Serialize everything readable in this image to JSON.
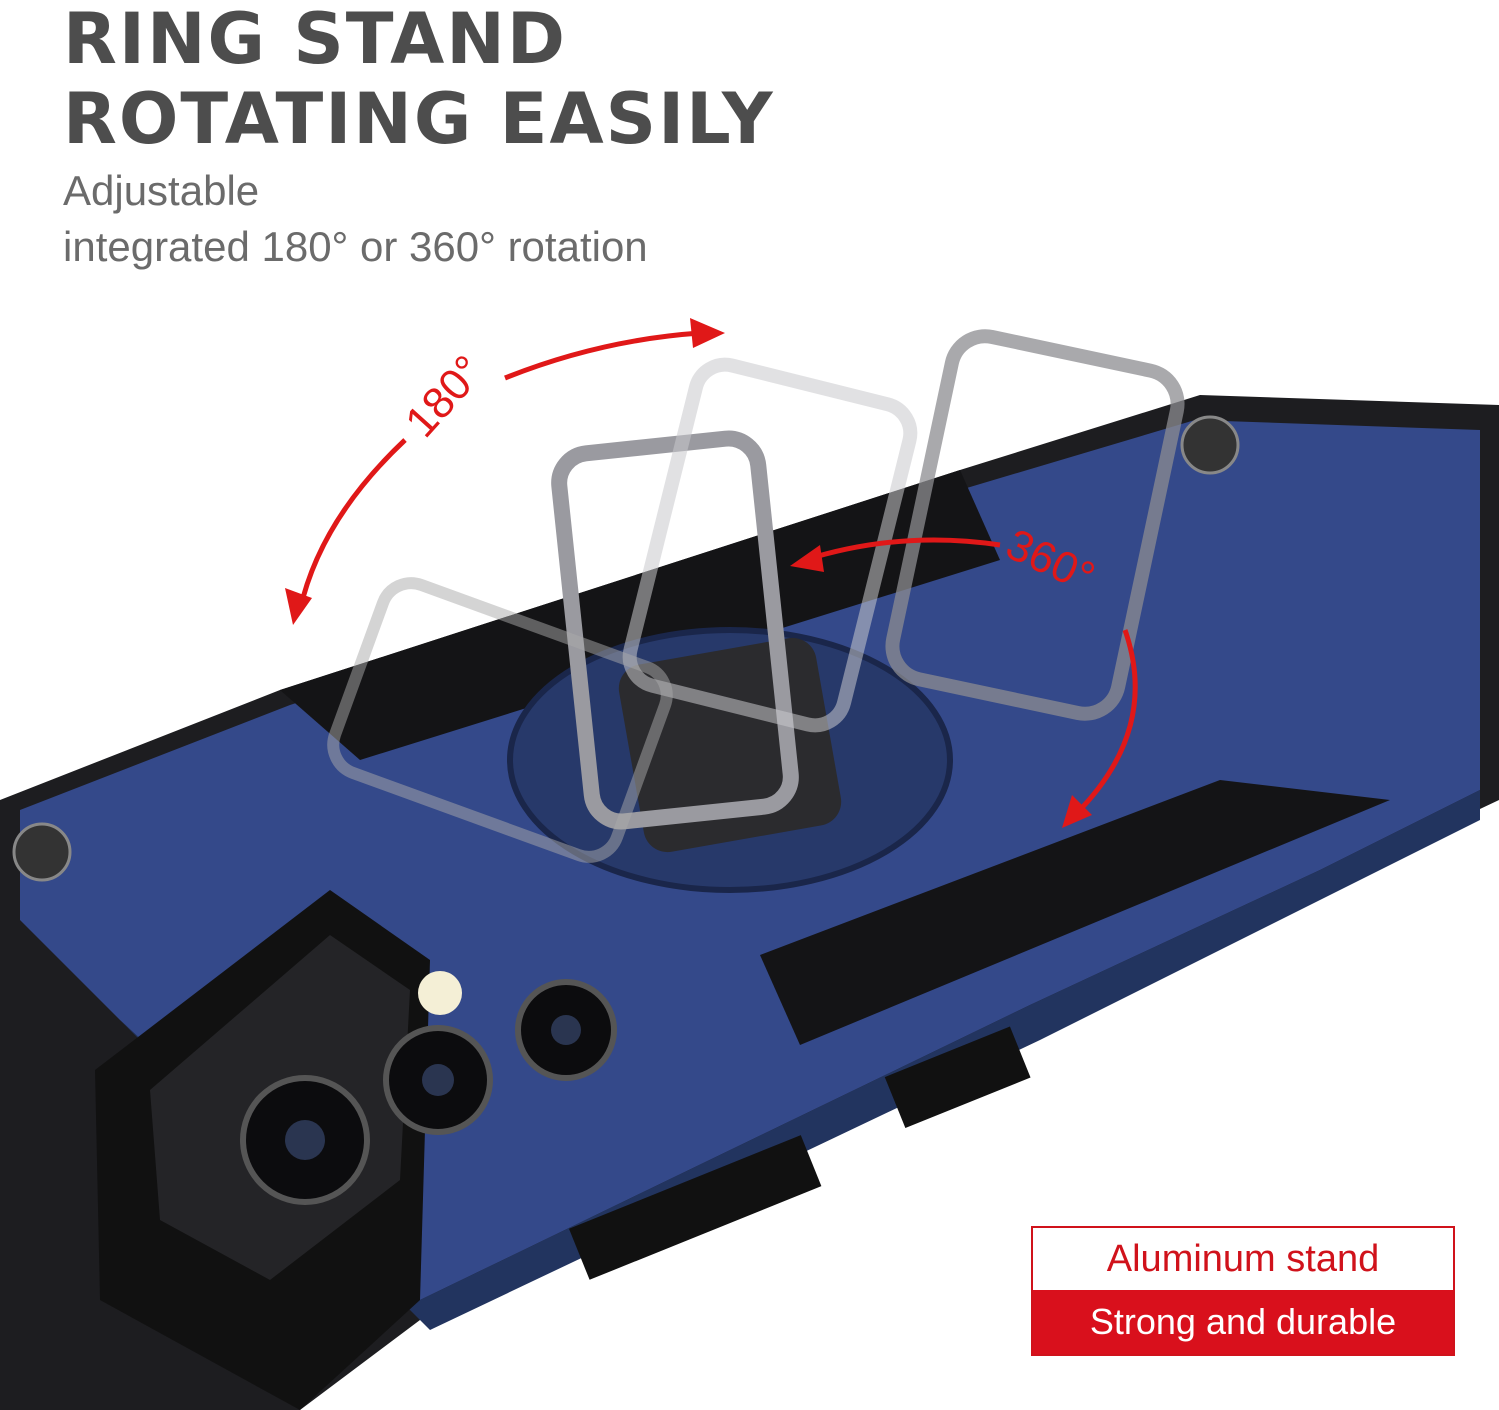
{
  "headline": {
    "line1": "RING STAND",
    "line2": "ROTATING EASILY"
  },
  "subtitle": {
    "line1": "Adjustable",
    "line2": "integrated 180° or 360° rotation"
  },
  "annotations": {
    "rotation_a": "180°",
    "rotation_b": "360°"
  },
  "badge": {
    "top": "Aluminum stand",
    "bottom": "Strong and durable"
  },
  "colors": {
    "case_blue": "#2f4680",
    "accent_red": "#d9101c",
    "text_gray": "#4d4d4d"
  }
}
